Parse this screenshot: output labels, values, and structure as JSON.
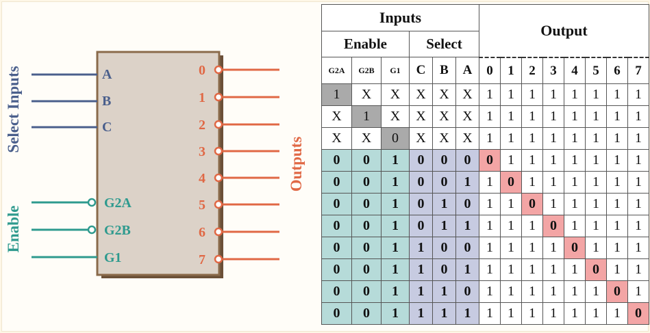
{
  "diagram": {
    "select_label": "Select Inputs",
    "enable_label": "Enable",
    "outputs_label": "Outputs",
    "select_pins": [
      "A",
      "B",
      "C"
    ],
    "enable_pins": [
      "G2A",
      "G2B",
      "G1"
    ],
    "output_pins": [
      "0",
      "1",
      "2",
      "3",
      "4",
      "5",
      "6",
      "7"
    ]
  },
  "table": {
    "inputs_title": "Inputs",
    "enable_title": "Enable",
    "select_title": "Select",
    "output_title": "Output",
    "enable_cols": [
      "G2A",
      "G2B",
      "G1"
    ],
    "select_cols": [
      "C",
      "B",
      "A"
    ],
    "output_cols": [
      "0",
      "1",
      "2",
      "3",
      "4",
      "5",
      "6",
      "7"
    ],
    "rows": [
      [
        "1",
        "X",
        "X",
        "X",
        "X",
        "X",
        "1",
        "1",
        "1",
        "1",
        "1",
        "1",
        "1",
        "1"
      ],
      [
        "X",
        "1",
        "X",
        "X",
        "X",
        "X",
        "1",
        "1",
        "1",
        "1",
        "1",
        "1",
        "1",
        "1"
      ],
      [
        "X",
        "X",
        "0",
        "X",
        "X",
        "X",
        "1",
        "1",
        "1",
        "1",
        "1",
        "1",
        "1",
        "1"
      ],
      [
        "0",
        "0",
        "1",
        "0",
        "0",
        "0",
        "0",
        "1",
        "1",
        "1",
        "1",
        "1",
        "1",
        "1"
      ],
      [
        "0",
        "0",
        "1",
        "0",
        "0",
        "1",
        "1",
        "0",
        "1",
        "1",
        "1",
        "1",
        "1",
        "1"
      ],
      [
        "0",
        "0",
        "1",
        "0",
        "1",
        "0",
        "1",
        "1",
        "0",
        "1",
        "1",
        "1",
        "1",
        "1"
      ],
      [
        "0",
        "0",
        "1",
        "0",
        "1",
        "1",
        "1",
        "1",
        "1",
        "0",
        "1",
        "1",
        "1",
        "1"
      ],
      [
        "0",
        "0",
        "1",
        "1",
        "0",
        "0",
        "1",
        "1",
        "1",
        "1",
        "0",
        "1",
        "1",
        "1"
      ],
      [
        "0",
        "0",
        "1",
        "1",
        "0",
        "1",
        "1",
        "1",
        "1",
        "1",
        "1",
        "0",
        "1",
        "1"
      ],
      [
        "0",
        "0",
        "1",
        "1",
        "1",
        "0",
        "1",
        "1",
        "1",
        "1",
        "1",
        "1",
        "0",
        "1"
      ],
      [
        "0",
        "0",
        "1",
        "1",
        "1",
        "1",
        "1",
        "1",
        "1",
        "1",
        "1",
        "1",
        "1",
        "0"
      ]
    ]
  },
  "colors": {
    "select": "#4a5f8c",
    "enable": "#2e9a8e",
    "output": "#e06845",
    "chip_fill": "#dcd2c8",
    "chip_border": "#8a6a4a",
    "enable_bg": "#b6dbd9",
    "select_bg": "#c7cbe1",
    "disabled_bg": "#aaaaaa",
    "active_low_bg": "#f3a5a5"
  }
}
